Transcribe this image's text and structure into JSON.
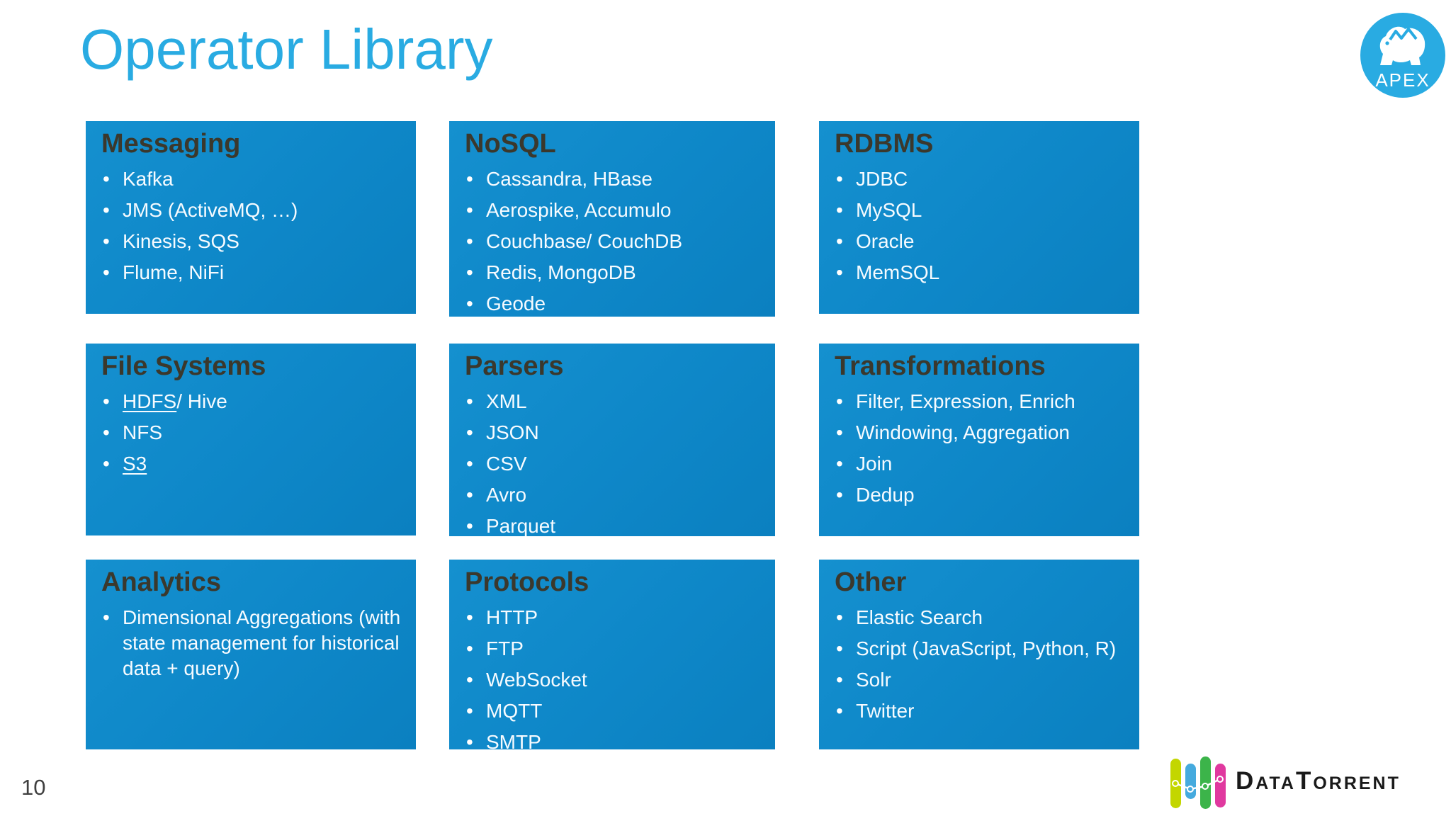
{
  "slide": {
    "title": "Operator Library",
    "page_number": "10"
  },
  "logos": {
    "apex": {
      "label": "APEX"
    },
    "datatorrent": {
      "wordmark": "DataTorrent"
    }
  },
  "colors": {
    "accent_blue": "#29abe2",
    "card_blue": "#0e87c8",
    "heading_dark": "#3b382c",
    "bar_chartreuse": "#c3d600",
    "bar_blue": "#45aade",
    "bar_green": "#3cb44a",
    "bar_magenta": "#e0399f"
  },
  "cards": [
    {
      "title": "Messaging",
      "items": [
        {
          "text": "Kafka"
        },
        {
          "text": "JMS (ActiveMQ, …)"
        },
        {
          "text": "Kinesis, SQS"
        },
        {
          "text": "Flume, NiFi"
        }
      ]
    },
    {
      "title": "NoSQL",
      "items": [
        {
          "text": "Cassandra, HBase"
        },
        {
          "text": "Aerospike, Accumulo"
        },
        {
          "text": "Couchbase/ CouchDB"
        },
        {
          "text": "Redis, MongoDB"
        },
        {
          "text": "Geode"
        }
      ]
    },
    {
      "title": "RDBMS",
      "items": [
        {
          "text": "JDBC"
        },
        {
          "text": "MySQL"
        },
        {
          "text": "Oracle"
        },
        {
          "text": "MemSQL"
        }
      ]
    },
    {
      "title": "File Systems",
      "items": [
        {
          "parts": [
            {
              "text": "HDFS",
              "underline": true
            },
            {
              "text": "/ Hive"
            }
          ]
        },
        {
          "text": "NFS"
        },
        {
          "parts": [
            {
              "text": "S3",
              "underline": true
            }
          ]
        }
      ]
    },
    {
      "title": "Parsers",
      "items": [
        {
          "text": "XML"
        },
        {
          "text": "JSON"
        },
        {
          "text": "CSV"
        },
        {
          "text": "Avro"
        },
        {
          "text": "Parquet"
        }
      ]
    },
    {
      "title": "Transformations",
      "items": [
        {
          "text": "Filter, Expression, Enrich"
        },
        {
          "text": "Windowing, Aggregation"
        },
        {
          "text": "Join"
        },
        {
          "text": "Dedup"
        }
      ]
    },
    {
      "title": "Analytics",
      "items": [
        {
          "text": "Dimensional Aggregations (with state management for historical data + query)"
        }
      ]
    },
    {
      "title": "Protocols",
      "items": [
        {
          "text": "HTTP"
        },
        {
          "text": "FTP"
        },
        {
          "text": "WebSocket"
        },
        {
          "text": "MQTT"
        },
        {
          "text": "SMTP"
        }
      ]
    },
    {
      "title": "Other",
      "items": [
        {
          "text": "Elastic Search"
        },
        {
          "text": "Script (JavaScript, Python, R)"
        },
        {
          "text": "Solr"
        },
        {
          "text": "Twitter"
        }
      ]
    }
  ]
}
